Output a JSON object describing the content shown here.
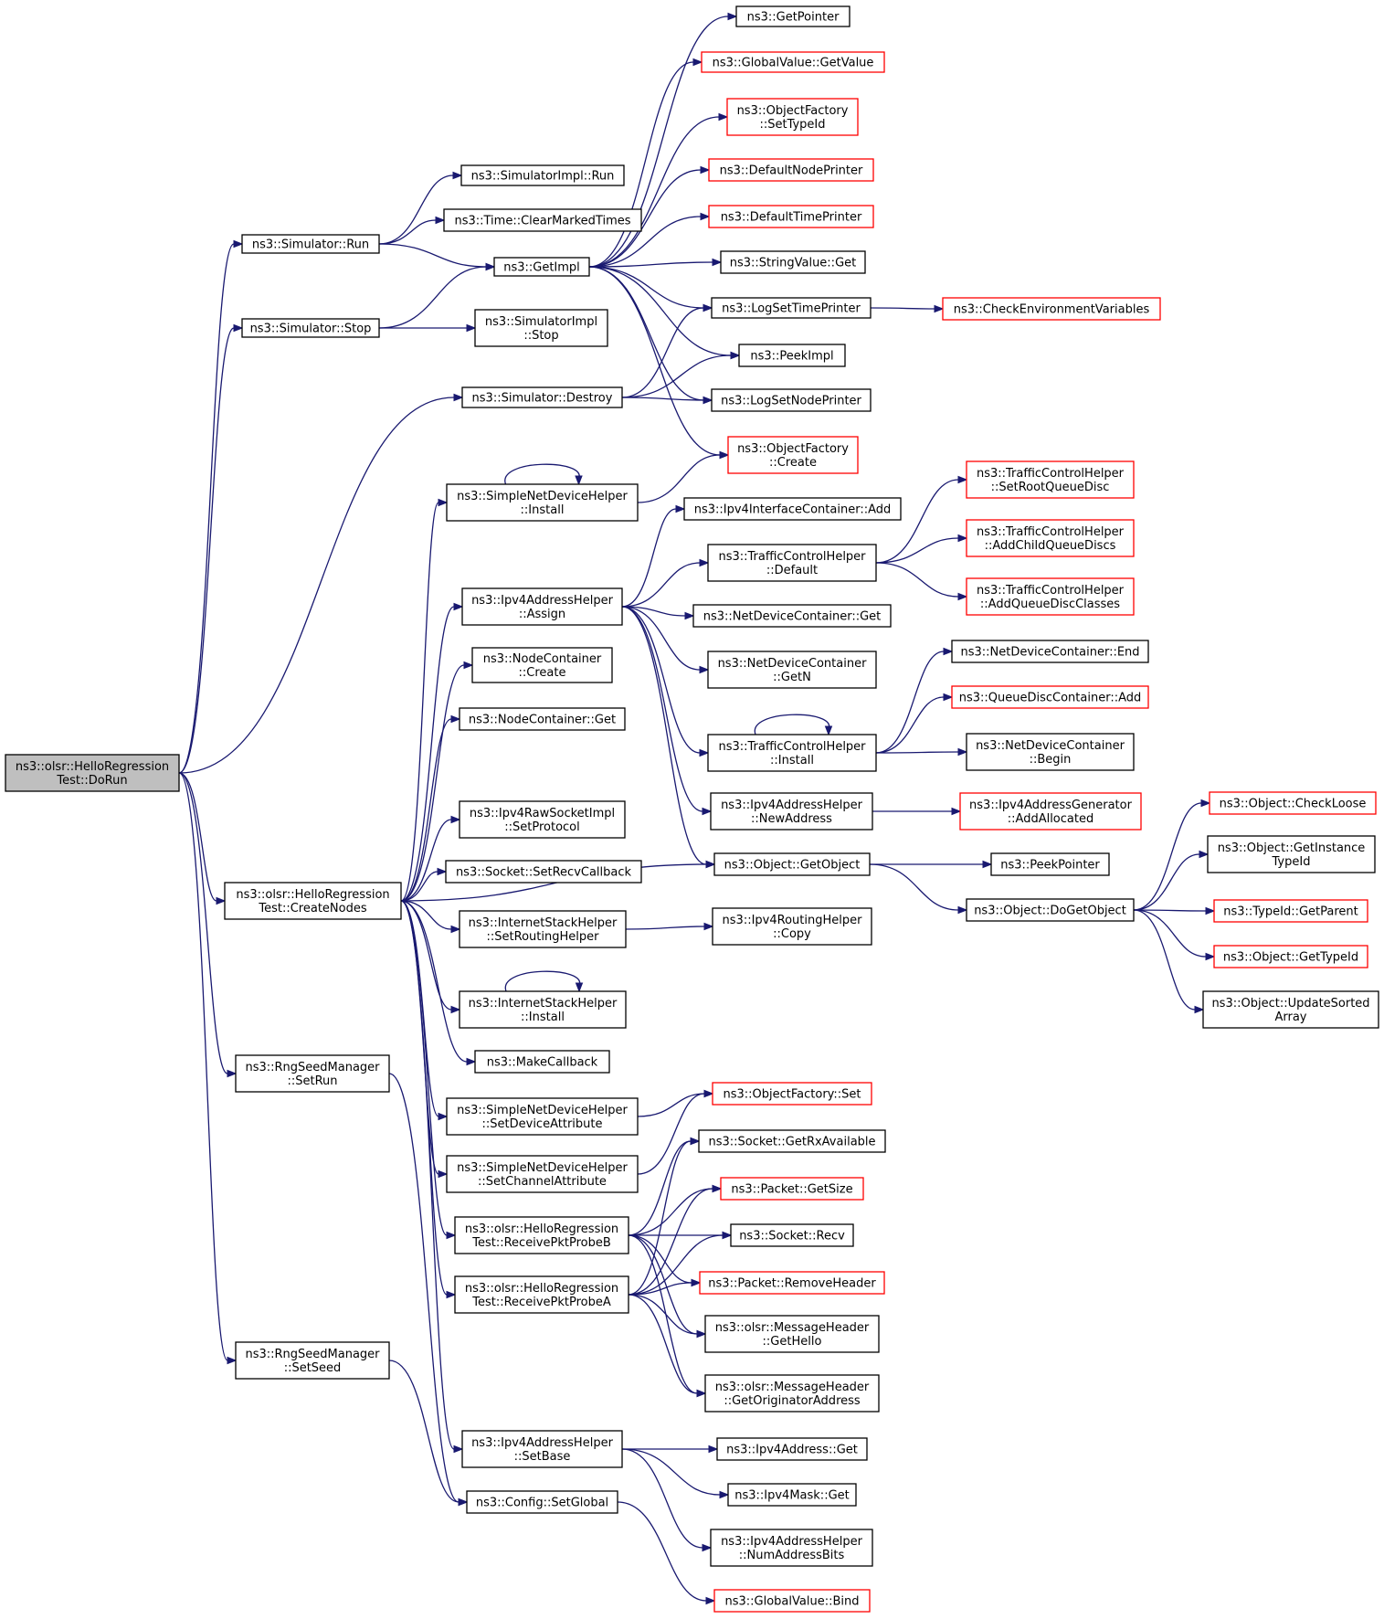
{
  "graph": {
    "nodes": [
      {
        "id": "root",
        "lines": [
          "ns3::olsr::HelloRegression",
          "Test::DoRun"
        ],
        "color": "gray"
      },
      {
        "id": "simRun",
        "lines": [
          "ns3::Simulator::Run"
        ],
        "color": "black"
      },
      {
        "id": "simStop",
        "lines": [
          "ns3::Simulator::Stop"
        ],
        "color": "black"
      },
      {
        "id": "simDestroy",
        "lines": [
          "ns3::Simulator::Destroy"
        ],
        "color": "black"
      },
      {
        "id": "createNodes",
        "lines": [
          "ns3::olsr::HelloRegression",
          "Test::CreateNodes"
        ],
        "color": "black"
      },
      {
        "id": "rngSetRun",
        "lines": [
          "ns3::RngSeedManager",
          "::SetRun"
        ],
        "color": "black"
      },
      {
        "id": "rngSetSeed",
        "lines": [
          "ns3::RngSeedManager",
          "::SetSeed"
        ],
        "color": "black"
      },
      {
        "id": "simImplRun",
        "lines": [
          "ns3::SimulatorImpl::Run"
        ],
        "color": "black"
      },
      {
        "id": "clearMarked",
        "lines": [
          "ns3::Time::ClearMarkedTimes"
        ],
        "color": "black"
      },
      {
        "id": "getImpl",
        "lines": [
          "ns3::GetImpl"
        ],
        "color": "black"
      },
      {
        "id": "simImplStop",
        "lines": [
          "ns3::SimulatorImpl",
          "::Stop"
        ],
        "color": "black"
      },
      {
        "id": "getPointer",
        "lines": [
          "ns3::GetPointer"
        ],
        "color": "black"
      },
      {
        "id": "gvGetValue",
        "lines": [
          "ns3::GlobalValue::GetValue"
        ],
        "color": "red"
      },
      {
        "id": "ofSetTypeId",
        "lines": [
          "ns3::ObjectFactory",
          "::SetTypeId"
        ],
        "color": "red"
      },
      {
        "id": "defNodePrinter",
        "lines": [
          "ns3::DefaultNodePrinter"
        ],
        "color": "red"
      },
      {
        "id": "defTimePrinter",
        "lines": [
          "ns3::DefaultTimePrinter"
        ],
        "color": "red"
      },
      {
        "id": "strValGet",
        "lines": [
          "ns3::StringValue::Get"
        ],
        "color": "black"
      },
      {
        "id": "logSetTime",
        "lines": [
          "ns3::LogSetTimePrinter"
        ],
        "color": "black"
      },
      {
        "id": "checkEnv",
        "lines": [
          "ns3::CheckEnvironmentVariables"
        ],
        "color": "red"
      },
      {
        "id": "peekImpl",
        "lines": [
          "ns3::PeekImpl"
        ],
        "color": "black"
      },
      {
        "id": "logSetNode",
        "lines": [
          "ns3::LogSetNodePrinter"
        ],
        "color": "black"
      },
      {
        "id": "ofCreate",
        "lines": [
          "ns3::ObjectFactory",
          "::Create"
        ],
        "color": "red"
      },
      {
        "id": "sndhInstall",
        "lines": [
          "ns3::SimpleNetDeviceHelper",
          "::Install"
        ],
        "color": "black"
      },
      {
        "id": "ipv4ahAssign",
        "lines": [
          "ns3::Ipv4AddressHelper",
          "::Assign"
        ],
        "color": "black"
      },
      {
        "id": "ncCreate",
        "lines": [
          "ns3::NodeContainer",
          "::Create"
        ],
        "color": "black"
      },
      {
        "id": "ncGet",
        "lines": [
          "ns3::NodeContainer::Get"
        ],
        "color": "black"
      },
      {
        "id": "rawSetProto",
        "lines": [
          "ns3::Ipv4RawSocketImpl",
          "::SetProtocol"
        ],
        "color": "black"
      },
      {
        "id": "sockSetRecv",
        "lines": [
          "ns3::Socket::SetRecvCallback"
        ],
        "color": "black"
      },
      {
        "id": "ishSetRouting",
        "lines": [
          "ns3::InternetStackHelper",
          "::SetRoutingHelper"
        ],
        "color": "black"
      },
      {
        "id": "ishInstall",
        "lines": [
          "ns3::InternetStackHelper",
          "::Install"
        ],
        "color": "black"
      },
      {
        "id": "makeCallback",
        "lines": [
          "ns3::MakeCallback"
        ],
        "color": "black"
      },
      {
        "id": "sndhSetDev",
        "lines": [
          "ns3::SimpleNetDeviceHelper",
          "::SetDeviceAttribute"
        ],
        "color": "black"
      },
      {
        "id": "sndhSetChan",
        "lines": [
          "ns3::SimpleNetDeviceHelper",
          "::SetChannelAttribute"
        ],
        "color": "black"
      },
      {
        "id": "recvB",
        "lines": [
          "ns3::olsr::HelloRegression",
          "Test::ReceivePktProbeB"
        ],
        "color": "black"
      },
      {
        "id": "recvA",
        "lines": [
          "ns3::olsr::HelloRegression",
          "Test::ReceivePktProbeA"
        ],
        "color": "black"
      },
      {
        "id": "ipv4ahSetBase",
        "lines": [
          "ns3::Ipv4AddressHelper",
          "::SetBase"
        ],
        "color": "black"
      },
      {
        "id": "cfgSetGlobal",
        "lines": [
          "ns3::Config::SetGlobal"
        ],
        "color": "black"
      },
      {
        "id": "ipv4icAdd",
        "lines": [
          "ns3::Ipv4InterfaceContainer::Add"
        ],
        "color": "black"
      },
      {
        "id": "tchDefault",
        "lines": [
          "ns3::TrafficControlHelper",
          "::Default"
        ],
        "color": "black"
      },
      {
        "id": "ndcGet",
        "lines": [
          "ns3::NetDeviceContainer::Get"
        ],
        "color": "black"
      },
      {
        "id": "ndcGetN",
        "lines": [
          "ns3::NetDeviceContainer",
          "::GetN"
        ],
        "color": "black"
      },
      {
        "id": "tchInstall",
        "lines": [
          "ns3::TrafficControlHelper",
          "::Install"
        ],
        "color": "black"
      },
      {
        "id": "ipv4ahNewAddr",
        "lines": [
          "ns3::Ipv4AddressHelper",
          "::NewAddress"
        ],
        "color": "black"
      },
      {
        "id": "objGetObject",
        "lines": [
          "ns3::Object::GetObject"
        ],
        "color": "black"
      },
      {
        "id": "ipv4rhCopy",
        "lines": [
          "ns3::Ipv4RoutingHelper",
          "::Copy"
        ],
        "color": "black"
      },
      {
        "id": "ofSet",
        "lines": [
          "ns3::ObjectFactory::Set"
        ],
        "color": "red"
      },
      {
        "id": "sockGetRx",
        "lines": [
          "ns3::Socket::GetRxAvailable"
        ],
        "color": "black"
      },
      {
        "id": "pktGetSize",
        "lines": [
          "ns3::Packet::GetSize"
        ],
        "color": "red"
      },
      {
        "id": "sockRecv",
        "lines": [
          "ns3::Socket::Recv"
        ],
        "color": "black"
      },
      {
        "id": "pktRemoveHdr",
        "lines": [
          "ns3::Packet::RemoveHeader"
        ],
        "color": "red"
      },
      {
        "id": "mhGetHello",
        "lines": [
          "ns3::olsr::MessageHeader",
          "::GetHello"
        ],
        "color": "black"
      },
      {
        "id": "mhGetOrig",
        "lines": [
          "ns3::olsr::MessageHeader",
          "::GetOriginatorAddress"
        ],
        "color": "black"
      },
      {
        "id": "ipv4aGet",
        "lines": [
          "ns3::Ipv4Address::Get"
        ],
        "color": "black"
      },
      {
        "id": "ipv4mGet",
        "lines": [
          "ns3::Ipv4Mask::Get"
        ],
        "color": "black"
      },
      {
        "id": "ipv4ahNumBits",
        "lines": [
          "ns3::Ipv4AddressHelper",
          "::NumAddressBits"
        ],
        "color": "black"
      },
      {
        "id": "gvBind",
        "lines": [
          "ns3::GlobalValue::Bind"
        ],
        "color": "red"
      },
      {
        "id": "tchSetRoot",
        "lines": [
          "ns3::TrafficControlHelper",
          "::SetRootQueueDisc"
        ],
        "color": "red"
      },
      {
        "id": "tchAddChild",
        "lines": [
          "ns3::TrafficControlHelper",
          "::AddChildQueueDiscs"
        ],
        "color": "red"
      },
      {
        "id": "tchAddClasses",
        "lines": [
          "ns3::TrafficControlHelper",
          "::AddQueueDiscClasses"
        ],
        "color": "red"
      },
      {
        "id": "ndcEnd",
        "lines": [
          "ns3::NetDeviceContainer::End"
        ],
        "color": "black"
      },
      {
        "id": "qdcAdd",
        "lines": [
          "ns3::QueueDiscContainer::Add"
        ],
        "color": "red"
      },
      {
        "id": "ndcBegin",
        "lines": [
          "ns3::NetDeviceContainer",
          "::Begin"
        ],
        "color": "black"
      },
      {
        "id": "ipv4agAddAlloc",
        "lines": [
          "ns3::Ipv4AddressGenerator",
          "::AddAllocated"
        ],
        "color": "red"
      },
      {
        "id": "peekPointer",
        "lines": [
          "ns3::PeekPointer"
        ],
        "color": "black"
      },
      {
        "id": "objDoGetObject",
        "lines": [
          "ns3::Object::DoGetObject"
        ],
        "color": "black"
      },
      {
        "id": "objCheckLoose",
        "lines": [
          "ns3::Object::CheckLoose"
        ],
        "color": "red"
      },
      {
        "id": "objGetInstType",
        "lines": [
          "ns3::Object::GetInstance",
          "TypeId"
        ],
        "color": "black"
      },
      {
        "id": "tidGetParent",
        "lines": [
          "ns3::TypeId::GetParent"
        ],
        "color": "red"
      },
      {
        "id": "objGetTypeId",
        "lines": [
          "ns3::Object::GetTypeId"
        ],
        "color": "red"
      },
      {
        "id": "objUpdSorted",
        "lines": [
          "ns3::Object::UpdateSorted",
          "Array"
        ],
        "color": "black"
      }
    ],
    "edges": [
      [
        "root",
        "simRun"
      ],
      [
        "root",
        "simStop"
      ],
      [
        "root",
        "simDestroy"
      ],
      [
        "root",
        "createNodes"
      ],
      [
        "root",
        "rngSetRun"
      ],
      [
        "root",
        "rngSetSeed"
      ],
      [
        "simRun",
        "simImplRun"
      ],
      [
        "simRun",
        "clearMarked"
      ],
      [
        "simRun",
        "getImpl"
      ],
      [
        "simStop",
        "getImpl"
      ],
      [
        "simStop",
        "simImplStop"
      ],
      [
        "simDestroy",
        "logSetTime"
      ],
      [
        "simDestroy",
        "peekImpl"
      ],
      [
        "simDestroy",
        "logSetNode"
      ],
      [
        "getImpl",
        "getPointer"
      ],
      [
        "getImpl",
        "gvGetValue"
      ],
      [
        "getImpl",
        "ofSetTypeId"
      ],
      [
        "getImpl",
        "defNodePrinter"
      ],
      [
        "getImpl",
        "defTimePrinter"
      ],
      [
        "getImpl",
        "strValGet"
      ],
      [
        "getImpl",
        "logSetTime"
      ],
      [
        "getImpl",
        "peekImpl"
      ],
      [
        "getImpl",
        "logSetNode"
      ],
      [
        "getImpl",
        "ofCreate"
      ],
      [
        "logSetTime",
        "checkEnv"
      ],
      [
        "sndhInstall",
        "ofCreate"
      ],
      [
        "sndhInstall",
        "sndhInstall"
      ],
      [
        "createNodes",
        "sndhInstall"
      ],
      [
        "createNodes",
        "ipv4ahAssign"
      ],
      [
        "createNodes",
        "ncCreate"
      ],
      [
        "createNodes",
        "ncGet"
      ],
      [
        "createNodes",
        "objGetObject"
      ],
      [
        "createNodes",
        "rawSetProto"
      ],
      [
        "createNodes",
        "sockSetRecv"
      ],
      [
        "createNodes",
        "ishSetRouting"
      ],
      [
        "createNodes",
        "ishInstall"
      ],
      [
        "createNodes",
        "makeCallback"
      ],
      [
        "createNodes",
        "sndhSetDev"
      ],
      [
        "createNodes",
        "sndhSetChan"
      ],
      [
        "createNodes",
        "recvB"
      ],
      [
        "createNodes",
        "recvA"
      ],
      [
        "createNodes",
        "ipv4ahSetBase"
      ],
      [
        "ishInstall",
        "ishInstall"
      ],
      [
        "ipv4ahAssign",
        "ipv4icAdd"
      ],
      [
        "ipv4ahAssign",
        "tchDefault"
      ],
      [
        "ipv4ahAssign",
        "ndcGet"
      ],
      [
        "ipv4ahAssign",
        "ndcGetN"
      ],
      [
        "ipv4ahAssign",
        "tchInstall"
      ],
      [
        "ipv4ahAssign",
        "ipv4ahNewAddr"
      ],
      [
        "ipv4ahAssign",
        "objGetObject"
      ],
      [
        "tchDefault",
        "tchSetRoot"
      ],
      [
        "tchDefault",
        "tchAddChild"
      ],
      [
        "tchDefault",
        "tchAddClasses"
      ],
      [
        "tchInstall",
        "tchInstall"
      ],
      [
        "tchInstall",
        "ndcEnd"
      ],
      [
        "tchInstall",
        "qdcAdd"
      ],
      [
        "tchInstall",
        "ndcBegin"
      ],
      [
        "ipv4ahNewAddr",
        "ipv4agAddAlloc"
      ],
      [
        "objGetObject",
        "peekPointer"
      ],
      [
        "objGetObject",
        "objDoGetObject"
      ],
      [
        "objDoGetObject",
        "objCheckLoose"
      ],
      [
        "objDoGetObject",
        "objGetInstType"
      ],
      [
        "objDoGetObject",
        "tidGetParent"
      ],
      [
        "objDoGetObject",
        "objGetTypeId"
      ],
      [
        "objDoGetObject",
        "objUpdSorted"
      ],
      [
        "ishSetRouting",
        "ipv4rhCopy"
      ],
      [
        "sndhSetDev",
        "ofSet"
      ],
      [
        "sndhSetChan",
        "ofSet"
      ],
      [
        "recvB",
        "sockGetRx"
      ],
      [
        "recvB",
        "pktGetSize"
      ],
      [
        "recvB",
        "sockRecv"
      ],
      [
        "recvB",
        "pktRemoveHdr"
      ],
      [
        "recvB",
        "mhGetHello"
      ],
      [
        "recvB",
        "mhGetOrig"
      ],
      [
        "recvA",
        "sockGetRx"
      ],
      [
        "recvA",
        "pktGetSize"
      ],
      [
        "recvA",
        "sockRecv"
      ],
      [
        "recvA",
        "pktRemoveHdr"
      ],
      [
        "recvA",
        "mhGetHello"
      ],
      [
        "recvA",
        "mhGetOrig"
      ],
      [
        "ipv4ahSetBase",
        "ipv4aGet"
      ],
      [
        "ipv4ahSetBase",
        "ipv4mGet"
      ],
      [
        "ipv4ahSetBase",
        "ipv4ahNumBits"
      ],
      [
        "rngSetRun",
        "cfgSetGlobal"
      ],
      [
        "rngSetSeed",
        "cfgSetGlobal"
      ],
      [
        "cfgSetGlobal",
        "gvBind"
      ]
    ],
    "colors": {
      "edge": "#191970",
      "red_border": "#ff0000",
      "root_fill": "#bfbfbf",
      "border": "#000000"
    }
  }
}
